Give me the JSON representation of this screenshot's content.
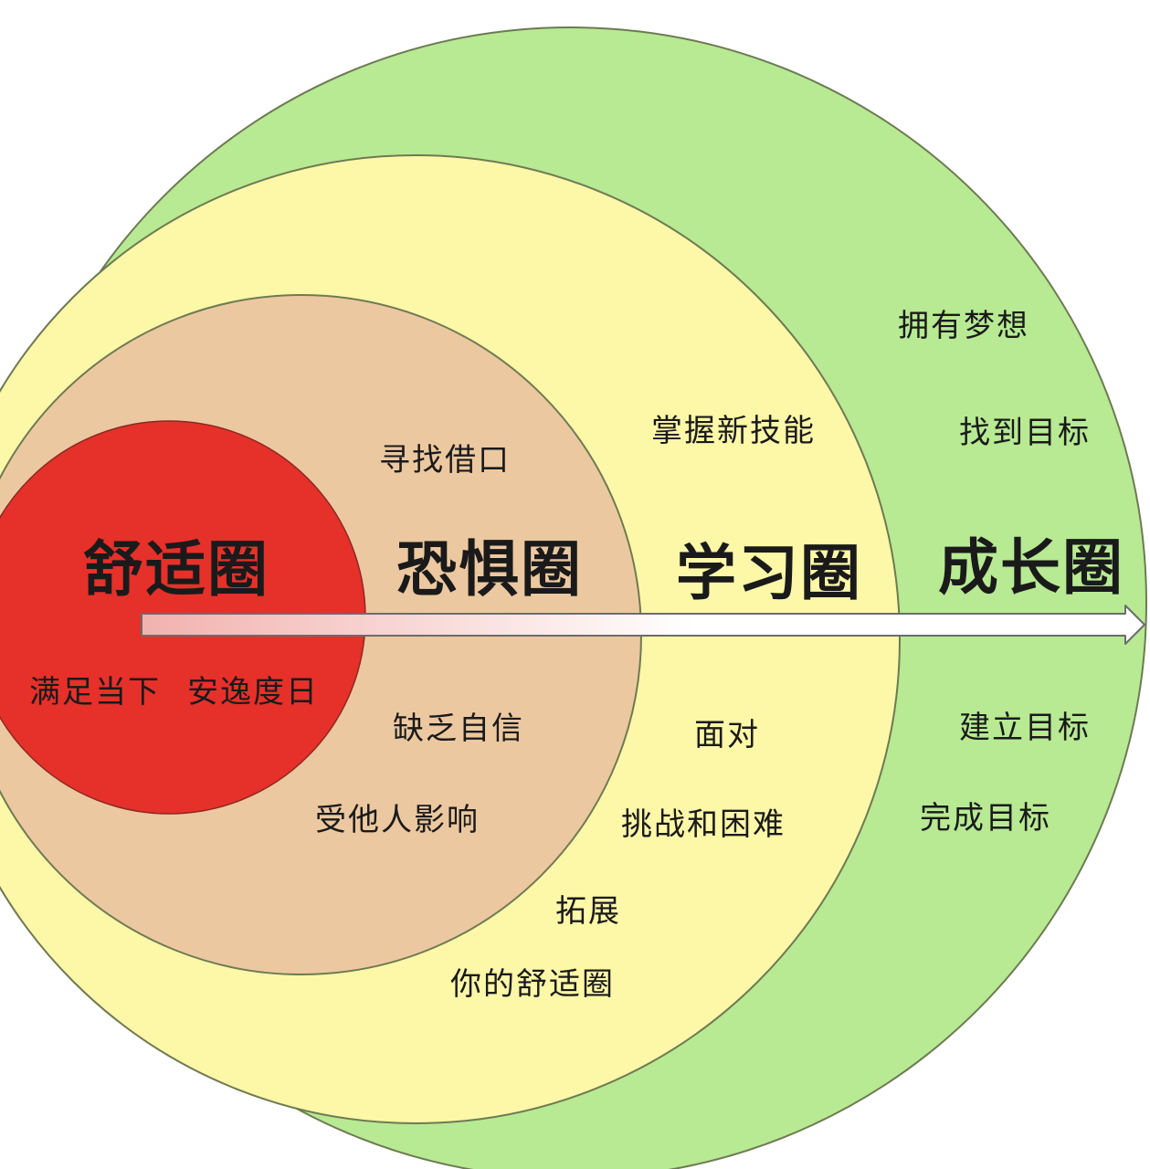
{
  "zones": {
    "comfort": {
      "title": "舒适圈",
      "notes": [
        "满足当下",
        "安逸度日"
      ],
      "color": "#e6302a"
    },
    "fear": {
      "title": "恐惧圈",
      "notes": [
        "寻找借口",
        "缺乏自信",
        "受他人影响"
      ],
      "color": "#ecc8a0"
    },
    "learning": {
      "title": "学习圈",
      "notes": [
        "掌握新技能",
        "面对",
        "挑战和困难",
        "拓展",
        "你的舒适圈"
      ],
      "color": "#fdf7a8"
    },
    "growth": {
      "title": "成长圈",
      "notes": [
        "拥有梦想",
        "找到目标",
        "建立目标",
        "完成目标"
      ],
      "color": "#b7ea93"
    }
  },
  "arrow": {
    "start_color": "#f2b2ae",
    "end_color": "#ffffff",
    "outline_color": "#6c6c6c"
  },
  "outline_color": "#6e7a52"
}
